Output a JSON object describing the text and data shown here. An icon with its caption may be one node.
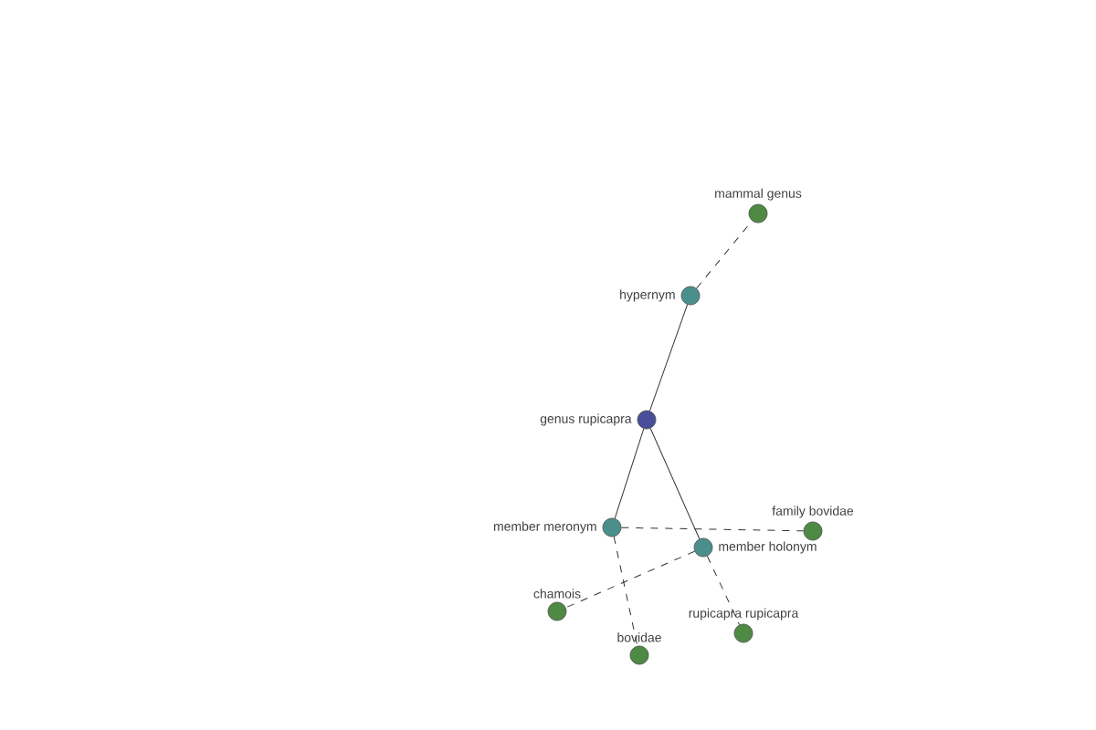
{
  "diagram": {
    "nodes": [
      {
        "text": [
          "mammal genus"
        ]
      },
      {
        "text": [
          "hypernym"
        ]
      },
      {
        "text": [
          "genus rupicapra"
        ]
      },
      {
        "text": [
          "member meronym"
        ]
      },
      {
        "text": [
          "member holonym"
        ]
      },
      {
        "text": [
          "family bovidae"
        ]
      },
      {
        "text": [
          "chamois"
        ]
      },
      {
        "text": [
          "rupicapra rupicapra"
        ]
      },
      {
        "text": [
          "bovidae"
        ]
      }
    ],
    "edges": [
      {
        "from": 1,
        "to": 0,
        "arrow": "none",
        "style": "dashed"
      },
      {
        "from": 2,
        "to": 1,
        "arrow": "none"
      },
      {
        "from": 2,
        "to": 3,
        "arrow": "none"
      },
      {
        "from": 2,
        "to": 4,
        "arrow": "none"
      },
      {
        "from": 3,
        "to": 5,
        "arrow": "none",
        "style": "dashed"
      },
      {
        "from": 3,
        "to": 8,
        "arrow": "none",
        "style": "dashed"
      },
      {
        "from": 4,
        "to": 6,
        "arrow": "none",
        "style": "dashed"
      },
      {
        "from": 4,
        "to": 7,
        "arrow": "none",
        "style": "dashed"
      }
    ]
  }
}
